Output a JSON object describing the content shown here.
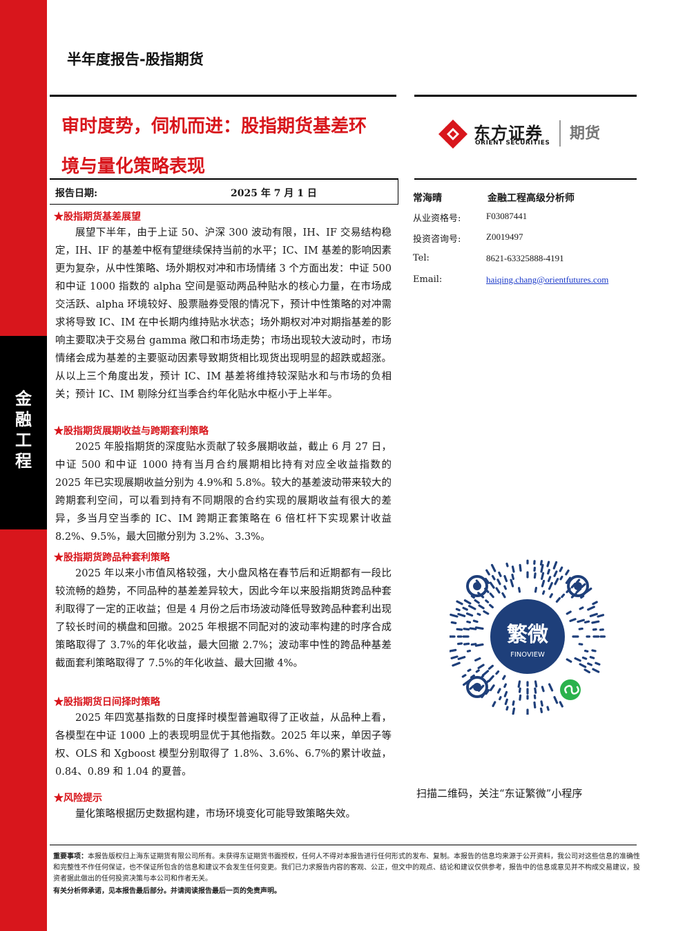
{
  "sidebar": {
    "category": "金融工程"
  },
  "header": {
    "report_type": "半年度报告-股指期货",
    "title_line1": "审时度势，伺机而进：股指期货基差环",
    "title_line2": "境与量化策略表现",
    "date_label": "报告日期:",
    "date_value": "2025 年 7 月 1 日"
  },
  "logo": {
    "cn": "东方证券",
    "en": "ORIENT SECURITIES",
    "futures": "期货",
    "brand_color": "#d8161c"
  },
  "analyst": {
    "name": "常海晴",
    "title": "金融工程高级分析师",
    "rows": [
      {
        "label": "从业资格号:",
        "value": "F03087441"
      },
      {
        "label": "投资咨询号:",
        "value": "Z0019497"
      },
      {
        "label": "Tel:",
        "value": "8621-63325888-4191"
      },
      {
        "label": "Email:",
        "value": "haiqing.chang@orientfutures.com"
      }
    ]
  },
  "sections": [
    {
      "heading": "★股指期货基差展望",
      "body": "展望下半年，由于上证 50、沪深 300 波动有限，IH、IF 交易结构稳定，IH、IF 的基差中枢有望继续保持当前的水平；IC、IM 基差的影响因素更为复杂，从中性策略、场外期权对冲和市场情绪 3 个方面出发：中证 500 和中证 1000 指数的 alpha 空间是驱动两品种贴水的核心力量，在市场成交活跃、alpha 环境较好、股票融券受限的情况下，预计中性策略的对冲需求将导致 IC、IM 在中长期内维持贴水状态；场外期权对冲对期指基差的影响主要取决于交易台 gamma 敞口和市场走势；市场出现较大波动时，市场情绪会成为基差的主要驱动因素导致期货相比现货出现明显的超跌或超涨。从以上三个角度出发，预计 IC、IM 基差将维持较深贴水和与市场的负相关；预计 IC、IM 剔除分红当季合约年化贴水中枢小于上半年。"
    },
    {
      "heading": "★股指期货展期收益与跨期套利策略",
      "body": "2025 年股指期货的深度贴水贡献了较多展期收益，截止 6 月 27 日，中证 500 和中证 1000 持有当月合约展期相比持有对应全收益指数的 2025 年已实现展期收益分别为 4.9%和 5.8%。较大的基差波动带来较大的跨期套利空间，可以看到持有不同期限的合约实现的展期收益有很大的差异，多当月空当季的 IC、IM 跨期正套策略在 6 倍杠杆下实现累计收益 8.2%、9.5%，最大回撤分别为 3.2%、3.3%。"
    },
    {
      "heading": "★股指期货跨品种套利策略",
      "body": "2025 年以来小市值风格较强，大小盘风格在春节后和近期都有一段比较流畅的趋势，不同品种的基差差异较大，因此今年以来股指期货跨品种套利取得了一定的正收益；但是 4 月份之后市场波动降低导致跨品种套利出现了较长时间的横盘和回撤。2025 年根据不同配对的波动率构建的时序合成策略取得了 3.7%的年化收益，最大回撤 2.7%；波动率中性的跨品种基差截面套利策略取得了 7.5%的年化收益、最大回撤 4%。"
    },
    {
      "heading": "★股指期货日间择时策略",
      "body": "2025 年四宽基指数的日度择时模型普遍取得了正收益，从品种上看，各模型在中证 1000 上的表现明显优于其他指数。2025 年以来，单因子等权、OLS 和 Xgboost 模型分别取得了 1.8%、3.6%、6.7%的累计收益，0.84、0.89 和 1.04 的夏普。"
    },
    {
      "heading": "★风险提示",
      "body": "量化策略根据历史数据构建，市场环境变化可能导致策略失效。"
    }
  ],
  "qr": {
    "center_cn": "繁微",
    "center_en": "FINOVIEW",
    "caption": "扫描二维码，关注“东证繁微”小程序",
    "accent_color": "#1e3f7a",
    "badge_color": "#2bb24c"
  },
  "disclaimer": {
    "lead": "重要事项：",
    "text": "本报告版权归上海东证期货有限公司所有。未获得东证期货书面授权，任何人不得对本报告进行任何形式的发布、复制。本报告的信息均来源于公开资料，我公司对这些信息的准确性和完整性不作任何保证，也不保证所包含的信息和建议不会发生任何变更。我们已力求报告内容的客观、公正，但文中的观点、结论和建议仅供参考，报告中的信息或意见并不构成交易建议，投资者据此做出的任何投资决策与本公司和作者无关。",
    "footer": "有关分析师承诺，见本报告最后部分。并请阅读报告最后一页的免责声明。"
  }
}
